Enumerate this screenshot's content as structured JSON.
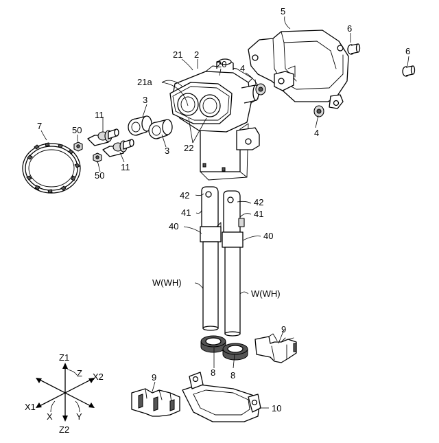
{
  "labels": {
    "l2": "2",
    "l3a": "3",
    "l3b": "3",
    "l4a": "4",
    "l4b": "4",
    "l5": "5",
    "l6a": "6",
    "l6b": "6",
    "l7": "7",
    "l8a": "8",
    "l8b": "8",
    "l9a": "9",
    "l9b": "9",
    "l10": "10",
    "l11a": "11",
    "l11b": "11",
    "l20": "20",
    "l21": "21",
    "l21a": "21a",
    "l22": "22",
    "l40a": "40",
    "l40b": "40",
    "l41a": "41",
    "l41b": "41",
    "l42a": "42",
    "l42b": "42",
    "l50a": "50",
    "l50b": "50",
    "lwa": "W(WH)",
    "lwb": "W(WH)"
  },
  "axes": {
    "z1": "Z1",
    "z2": "Z2",
    "z": "Z",
    "x1": "X1",
    "x2": "X2",
    "x": "X",
    "y": "Y"
  }
}
